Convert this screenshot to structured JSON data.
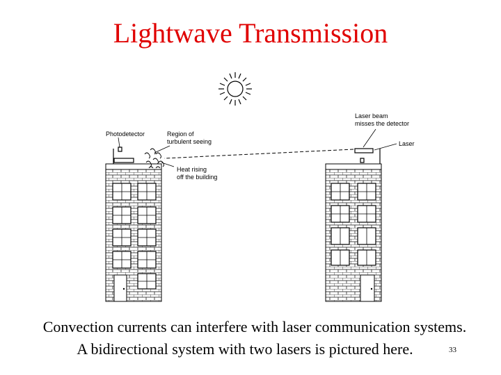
{
  "slide": {
    "title": "Lightwave Transmission",
    "caption_line1": "Convection currents can interfere with laser communication systems.",
    "caption_line2": "A bidirectional system with two lasers is pictured here.",
    "page_number": "33"
  },
  "figure": {
    "labels": {
      "photodetector": "Photodetector",
      "region_line1": "Region of",
      "region_line2": "turbulent seeing",
      "heat_line1": "Heat rising",
      "heat_line2": "off the building",
      "beam_line1": "Laser beam",
      "beam_line2": "misses the detector",
      "laser": "Laser"
    },
    "icons": [
      "sun-icon",
      "photodetector-icon",
      "laser-icon",
      "door-icon"
    ]
  }
}
